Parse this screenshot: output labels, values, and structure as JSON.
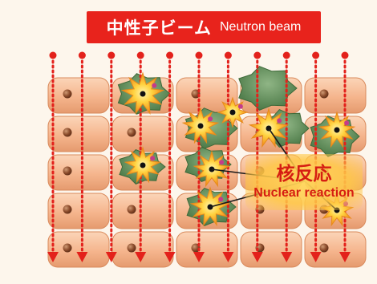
{
  "title": {
    "jp": "中性子ビーム",
    "en": "Neutron beam"
  },
  "label": {
    "jp": "核反応",
    "en": "Nuclear reaction"
  },
  "colors": {
    "background": "#fdf6ec",
    "title_bg": "#e8231c",
    "cell": "#f5b58d",
    "nucleus": "#7a3b22",
    "beam": "#e3211b",
    "tumor": "#5e8a57",
    "burst": "#ffd23f",
    "label_text": "#d61e12"
  },
  "grid": {
    "rows": 5,
    "cols": 5,
    "beam_count": 11
  }
}
